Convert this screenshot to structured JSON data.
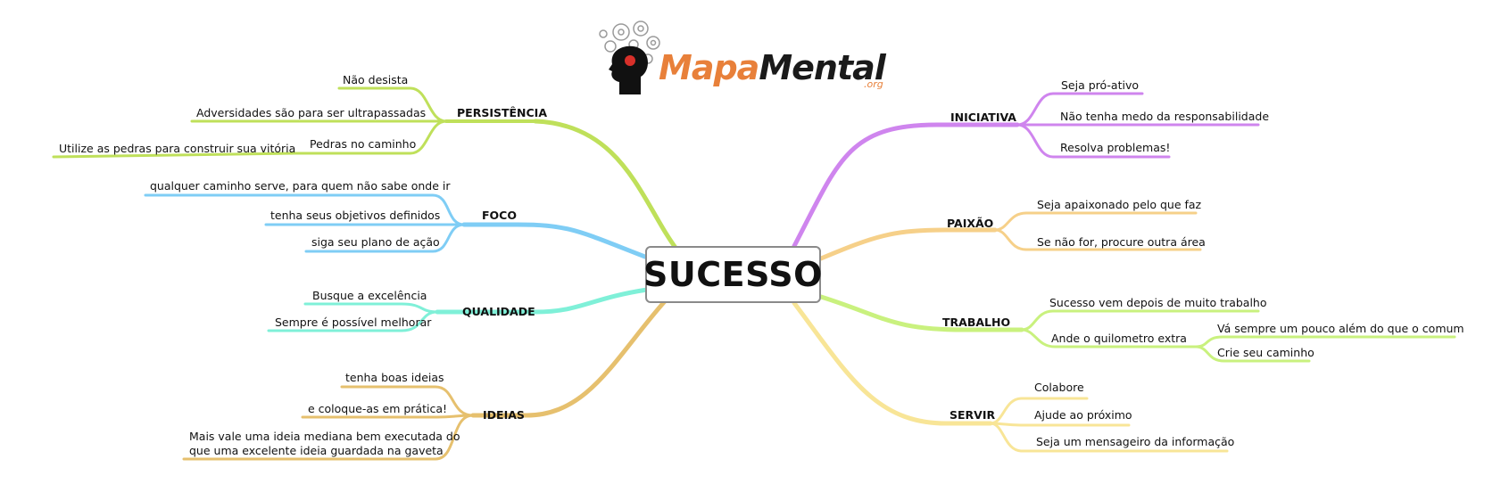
{
  "logo": {
    "brand_part1": "Mapa",
    "brand_part2": "Mental",
    "brand_suffix": ".org",
    "icon": "head-gears-icon",
    "accent_color": "#e8803a"
  },
  "center": {
    "label": "SUCESSO"
  },
  "branches": {
    "persistencia": {
      "label": "PERSISTÊNCIA",
      "color": "#bfe05a",
      "items": [
        "Não desista",
        "Adversidades são para ser ultrapassadas",
        "Pedras no caminho"
      ],
      "sub": "Utilize as pedras para construir sua vitória"
    },
    "foco": {
      "label": "FOCO",
      "color": "#7fcdf5",
      "items": [
        "qualquer caminho serve, para quem não sabe onde ir",
        "tenha seus objetivos definidos",
        "siga seu plano de ação"
      ]
    },
    "qualidade": {
      "label": "QUALIDADE",
      "color": "#7ff0d8",
      "items": [
        "Busque a excelência",
        "Sempre é possível melhorar"
      ]
    },
    "ideias": {
      "label": "IDEIAS",
      "color": "#e6c06e",
      "items": [
        "tenha boas ideias",
        "e coloque-as em prática!"
      ],
      "multi_line1": "Mais vale uma ideia mediana bem executada do",
      "multi_line2": "que uma excelente ideia guardada na gaveta"
    },
    "iniciativa": {
      "label": "INICIATIVA",
      "color": "#cf85ee",
      "items": [
        "Seja pró-ativo",
        "Não tenha medo da responsabilidade",
        "Resolva problemas!"
      ]
    },
    "paixao": {
      "label": "PAIXÃO",
      "color": "#f6d089",
      "items": [
        "Seja apaixonado pelo que faz",
        "Se não for, procure outra área"
      ]
    },
    "trabalho": {
      "label": "TRABALHO",
      "color": "#c9f17e",
      "items": [
        "Sucesso vem depois de muito trabalho",
        "Ande o quilometro extra"
      ],
      "sub_items": [
        "Vá sempre um pouco além do que o comum",
        "Crie seu caminho"
      ]
    },
    "servir": {
      "label": "SERVIR",
      "color": "#f8e597",
      "items": [
        "Colabore",
        "Ajude ao próximo",
        "Seja um mensageiro da informação"
      ]
    }
  }
}
